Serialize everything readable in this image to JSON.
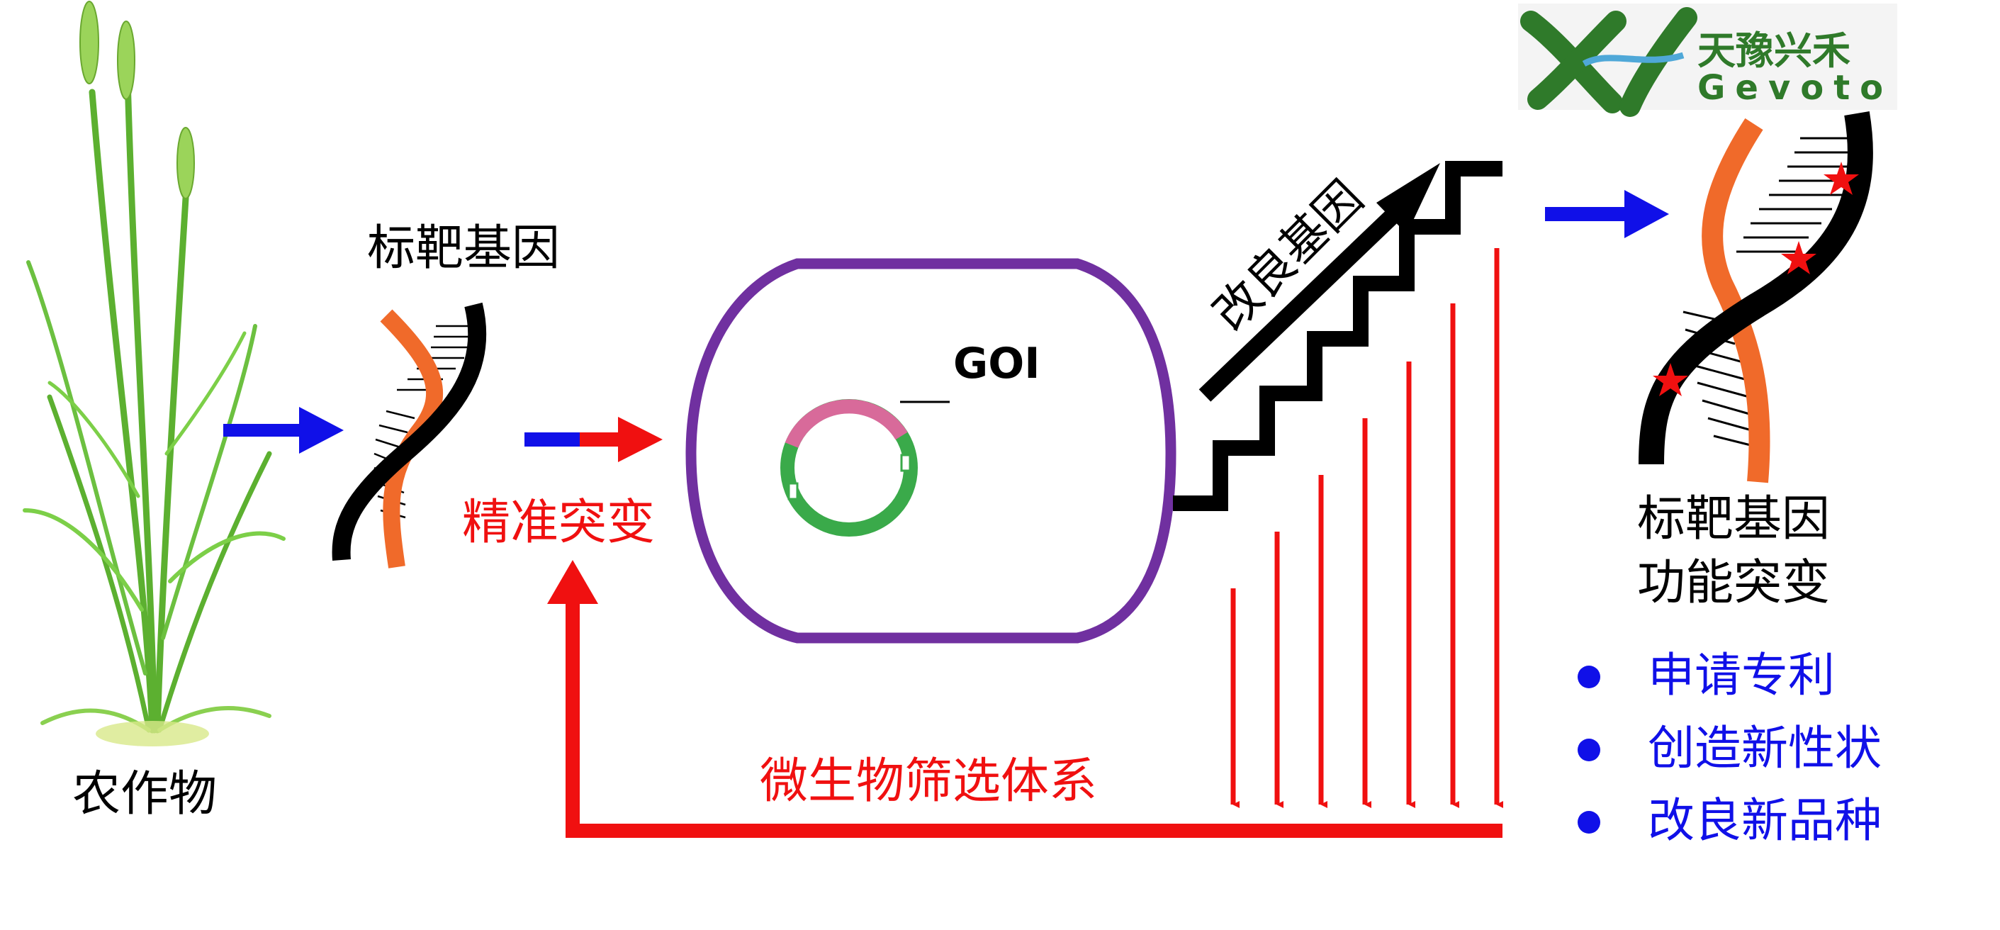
{
  "colors": {
    "black": "#000000",
    "blue": "#1010e8",
    "red": "#f01010",
    "purple": "#7030a0",
    "orange": "#f06a2a",
    "green": "#3aaa4a",
    "pink": "#d86a9a",
    "logo_green": "#2f7a2a",
    "logo_blue": "#4fa8d8"
  },
  "logo": {
    "cn_name": "天豫兴禾",
    "en_name": "Gevoto"
  },
  "nodes": {
    "crop_label": "农作物",
    "target_gene_label": "标靶基因",
    "precise_mutation_label": "精准突变",
    "goi_label": "GOI",
    "improved_gene_label": "改良基因",
    "microbe_system_label": "微生物筛选体系",
    "functional_mutation_line1": "标靶基因",
    "functional_mutation_line2": "功能突变"
  },
  "outcomes": [
    "申请专利",
    "创造新性状",
    "改良新品种"
  ]
}
